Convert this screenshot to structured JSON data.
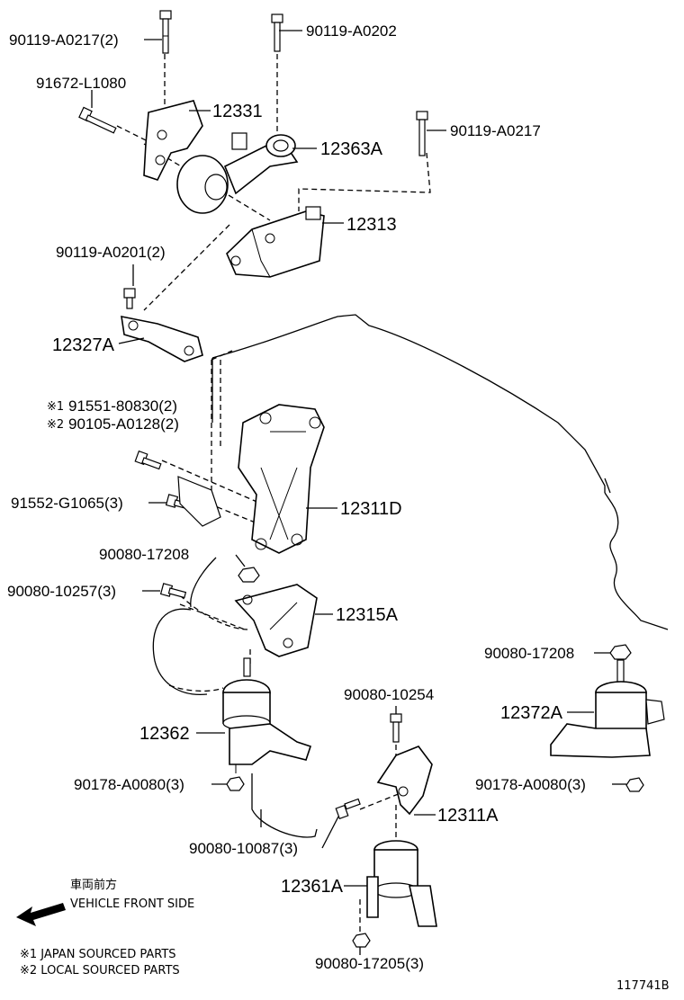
{
  "labels": {
    "p_90119_A0217_2": "90119-A0217(2)",
    "p_90119_A0202": "90119-A0202",
    "p_91672_L1080": "91672-L1080",
    "p_12331": "12331",
    "p_12363A": "12363A",
    "p_90119_A0217": "90119-A0217",
    "p_12313": "12313",
    "p_90119_A0201_2": "90119-A0201(2)",
    "p_12327A": "12327A",
    "p_91551_80830_2": "91551-80830(2)",
    "p_90105_A0128_2": "90105-A0128(2)",
    "p_91552_G1065_3": "91552-G1065(3)",
    "p_12311D": "12311D",
    "p_90080_17208_a": "90080-17208",
    "p_90080_10257_3": "90080-10257(3)",
    "p_12315A": "12315A",
    "p_90080_17208_b": "90080-17208",
    "p_12372A": "12372A",
    "p_90080_10254": "90080-10254",
    "p_12362": "12362",
    "p_90178_A0080_3_a": "90178-A0080(3)",
    "p_90178_A0080_3_b": "90178-A0080(3)",
    "p_12311A": "12311A",
    "p_90080_10087_3": "90080-10087(3)",
    "p_12361A": "12361A",
    "p_90080_17205_3": "90080-17205(3)"
  },
  "markers": {
    "mark1": "※1",
    "mark2": "※2"
  },
  "direction": {
    "jp": "車両前方",
    "en": "VEHICLE FRONT SIDE"
  },
  "notes": {
    "note1": "※1 JAPAN SOURCED PARTS",
    "note2": "※2 LOCAL SOURCED PARTS"
  },
  "figure_id": "117741B",
  "icons": {
    "arrow": "front-direction-arrow-icon"
  }
}
